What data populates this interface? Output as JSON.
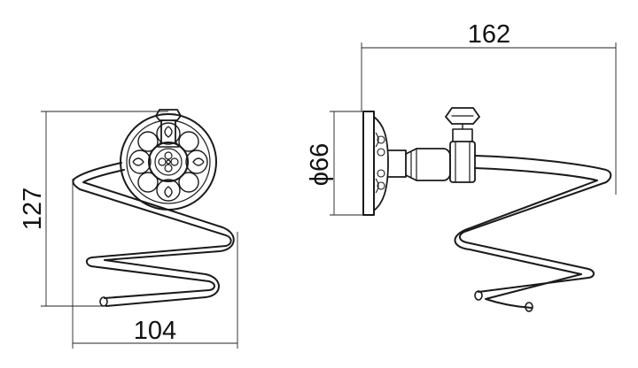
{
  "dimensions": {
    "front_height": "127",
    "front_width": "104",
    "side_length": "162",
    "side_diameter": "ϕ66"
  },
  "views": [
    "front-view",
    "side-view"
  ],
  "colors": {
    "line": "#1a1a1a",
    "background": "#ffffff"
  }
}
